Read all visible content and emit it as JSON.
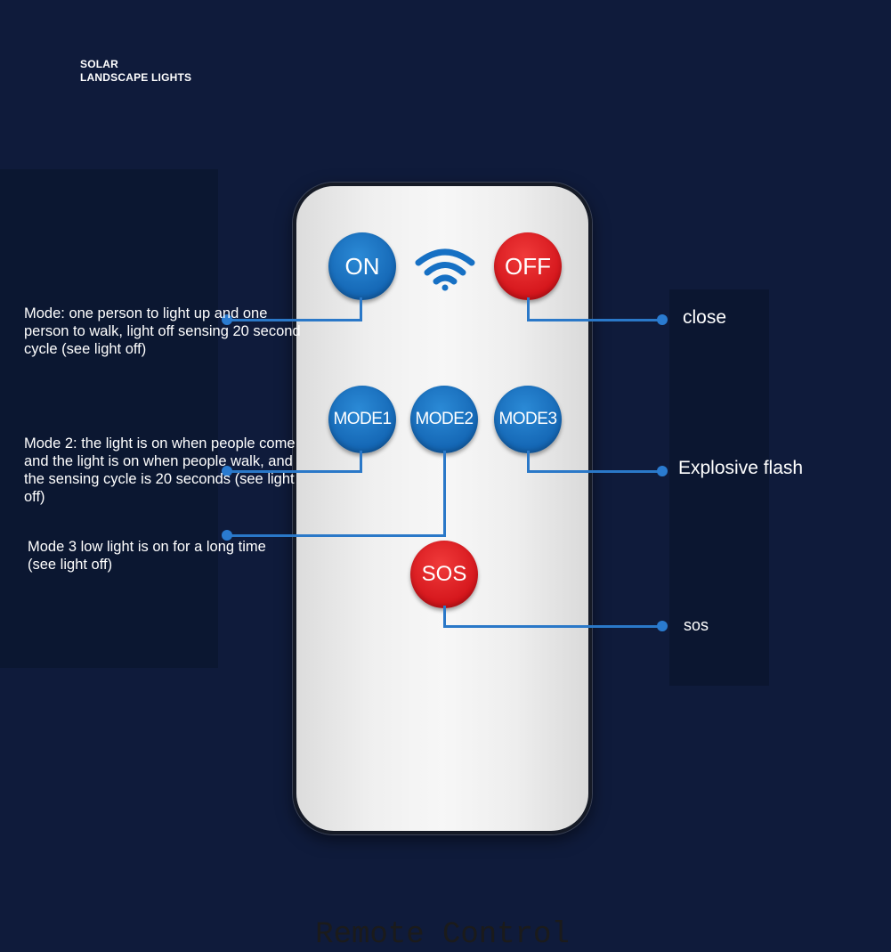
{
  "brand": {
    "line1": "SOLAR",
    "line2": "LANDSCAPE LIGHTS"
  },
  "remote": {
    "buttons": {
      "on": "ON",
      "off": "OFF",
      "mode1": "MODE1",
      "mode2": "MODE2",
      "mode3": "MODE3",
      "sos": "SOS"
    },
    "label": "Remote Control"
  },
  "annotations": {
    "left": {
      "mode1": "Mode: one person to light up and one person to walk, light off sensing 20 second cycle (see light off)",
      "mode2": "Mode 2: the light is on when people come and the light is on when people walk, and the sensing cycle is 20 seconds (see light off)",
      "mode3": "Mode 3 low light is on for a long time (see light off)"
    },
    "right": {
      "off": "close",
      "mode3": "Explosive flash",
      "sos": "sos"
    }
  },
  "colors": {
    "background": "#0f1b3b",
    "button_blue": "#1466b4",
    "button_red": "#d4151b",
    "connector": "#2a78c8"
  }
}
